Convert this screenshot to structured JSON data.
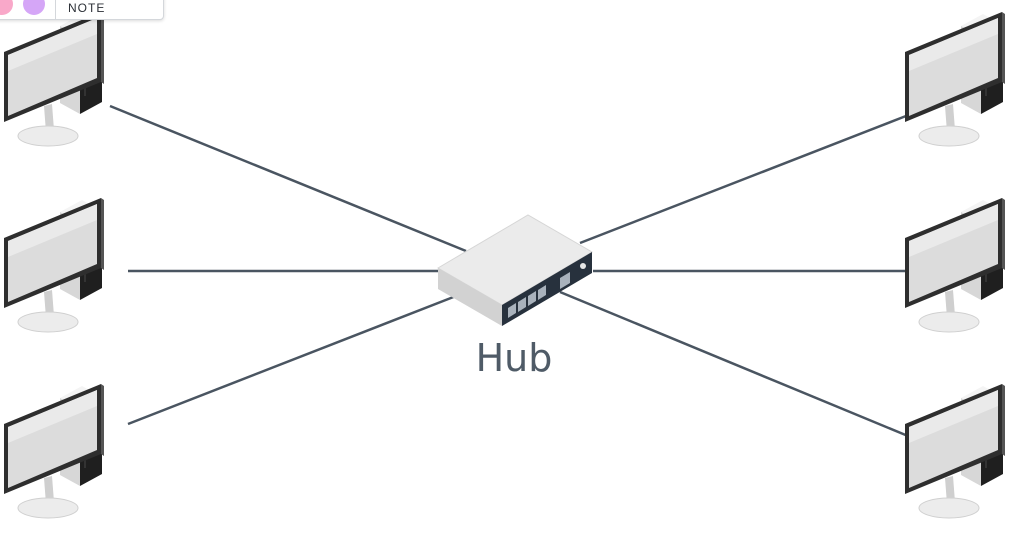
{
  "diagram": {
    "hub_label": "Hub",
    "link_color": "#4a5561",
    "nodes": [
      {
        "id": "pc-left-top",
        "type": "desktop-computer"
      },
      {
        "id": "pc-left-middle",
        "type": "desktop-computer"
      },
      {
        "id": "pc-left-bottom",
        "type": "desktop-computer"
      },
      {
        "id": "pc-right-top",
        "type": "desktop-computer"
      },
      {
        "id": "pc-right-middle",
        "type": "desktop-computer"
      },
      {
        "id": "pc-right-bottom",
        "type": "desktop-computer"
      },
      {
        "id": "hub",
        "type": "network-hub"
      }
    ],
    "links": [
      {
        "from": "pc-left-top",
        "to": "hub"
      },
      {
        "from": "pc-left-middle",
        "to": "hub"
      },
      {
        "from": "pc-left-bottom",
        "to": "hub"
      },
      {
        "from": "pc-right-top",
        "to": "hub"
      },
      {
        "from": "pc-right-middle",
        "to": "hub"
      },
      {
        "from": "pc-right-bottom",
        "to": "hub"
      }
    ]
  },
  "toolbar": {
    "swatches": [
      {
        "name": "pink",
        "color": "#f9a8c9"
      },
      {
        "name": "purple",
        "color": "#d5a6f7"
      }
    ],
    "note_label": "NOTE"
  }
}
